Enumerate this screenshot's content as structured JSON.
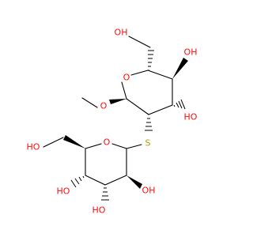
{
  "colors": {
    "bond": "#000000",
    "oxygen": "#ff0d0d",
    "sulfur": "#b2a200",
    "carbon": "#000000"
  },
  "molecule": {
    "atoms": {
      "o_ring_top": "O",
      "o_ring_bottom": "O",
      "o_methoxy": "O",
      "s_link": "S",
      "oh_ch2_top": "OH",
      "oh_top_c4": "OH",
      "oh_top_c3": "HO",
      "oh_ch2_bottom": "HO",
      "oh_bottom_c4": "HO",
      "oh_bottom_c3": "HO",
      "oh_bottom_c2": "OH"
    }
  }
}
